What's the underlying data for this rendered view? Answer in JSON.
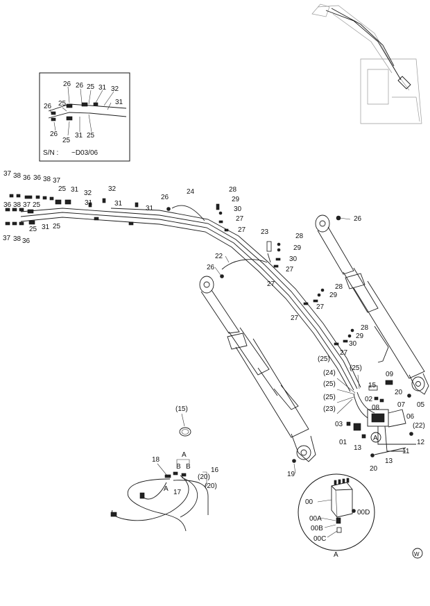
{
  "inset_box": {
    "labels": [
      "26",
      "26",
      "25",
      "31",
      "32",
      "26",
      "25",
      "31",
      "26",
      "25",
      "31",
      "25"
    ],
    "serial_prefix": "S/N :",
    "serial_value": "~D03/06"
  },
  "main_labels": [
    "37",
    "38",
    "36",
    "36",
    "38",
    "37",
    "25",
    "31",
    "32",
    "32",
    "26",
    "24",
    "36",
    "38",
    "37",
    "25",
    "31",
    "31",
    "31",
    "37",
    "38",
    "36",
    "25",
    "31",
    "25",
    "28",
    "29",
    "30",
    "27",
    "27",
    "26",
    "23",
    "28",
    "29",
    "30",
    "27",
    "22",
    "26",
    "27",
    "28",
    "29",
    "27",
    "27",
    "28",
    "29",
    "30",
    "27",
    "(25)",
    "(25)",
    "(24)",
    "(25)",
    "(25)",
    "(23)",
    "15",
    "09",
    "02",
    "20",
    "05",
    "08",
    "07",
    "06",
    "(22)",
    "03",
    "01",
    "13",
    "12",
    "11",
    "13",
    "20",
    "19",
    "(15)",
    "18",
    "A",
    "B",
    "B",
    "A",
    "17",
    "(20)",
    "16",
    "(20)"
  ],
  "detail_a": {
    "labels": [
      "00",
      "00D",
      "00A",
      "00B",
      "00C"
    ],
    "title": "A"
  },
  "callout_a": "A",
  "watermark": "W"
}
